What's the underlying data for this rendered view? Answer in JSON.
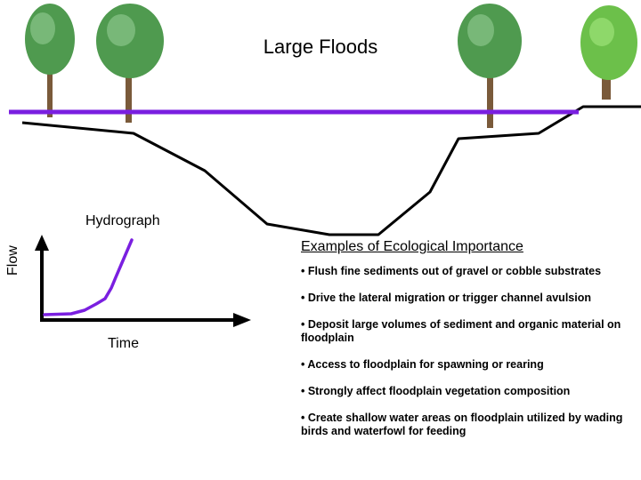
{
  "title": "Large Floods",
  "hydrograph": {
    "title": "Hydrograph",
    "y_label": "Flow",
    "x_label": "Time"
  },
  "examples": {
    "heading": "Examples of Ecological Importance",
    "items": [
      "• Flush fine sediments out of gravel or cobble substrates",
      "• Drive the lateral migration or trigger channel avulsion",
      "• Deposit large volumes of sediment and organic material on floodplain",
      "• Access to floodplain for spawning or rearing",
      "• Strongly affect floodplain vegetation composition",
      "• Create shallow water areas on floodplain utilized by wading birds and waterfowl for feeding"
    ]
  },
  "colors": {
    "water_line": "#7a1fe0",
    "channel": "#000000",
    "hydrograph_curve": "#7a1fe0",
    "tree_leaves": "#4f9a4f",
    "tree_leaves_light": "#6cc04a",
    "tree_trunk": "#7a5a3a"
  }
}
